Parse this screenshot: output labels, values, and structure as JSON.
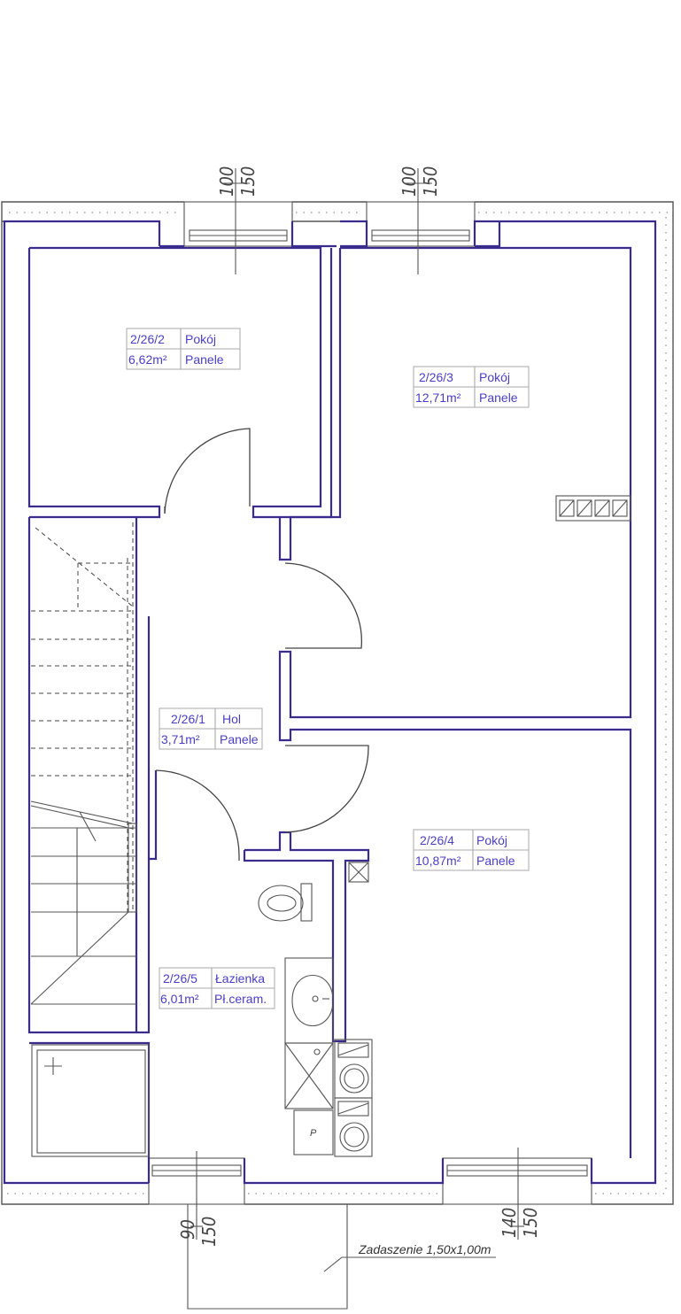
{
  "rooms": [
    {
      "id": "2/26/2",
      "name": "Pokój",
      "area": "6,62m²",
      "floor": "Panele"
    },
    {
      "id": "2/26/3",
      "name": "Pokój",
      "area": "12,71m²",
      "floor": "Panele"
    },
    {
      "id": "2/26/1",
      "name": "Hol",
      "area": "3,71m²",
      "floor": "Panele"
    },
    {
      "id": "2/26/4",
      "name": "Pokój",
      "area": "10,87m²",
      "floor": "Panele"
    },
    {
      "id": "2/26/5",
      "name": "Łazienka",
      "area": "6,01m²",
      "floor": "Pł.ceram."
    }
  ],
  "windows": [
    {
      "top": "100",
      "bottom": "150"
    },
    {
      "top": "100",
      "bottom": "150"
    },
    {
      "top": "90",
      "bottom": "150"
    },
    {
      "top": "140",
      "bottom": "150"
    }
  ],
  "canopy_note": "Zadaszenie 1,50x1,00m",
  "appliance_label": "P"
}
